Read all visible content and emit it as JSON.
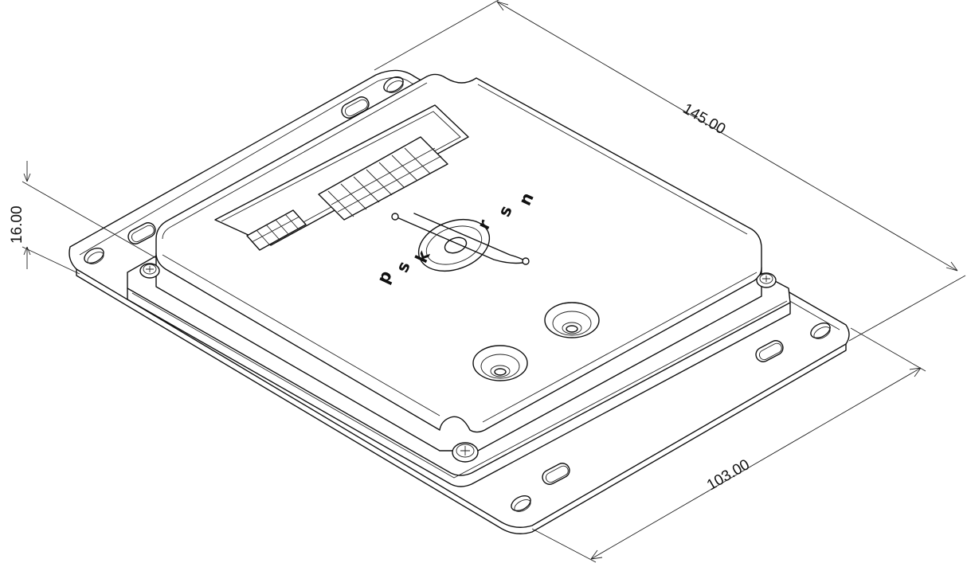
{
  "dimensions": {
    "length_label": "145.00",
    "width_label": "103.00",
    "height_label": "16.00"
  },
  "logo": {
    "letters_left": [
      "p",
      "s",
      "k"
    ],
    "letters_right": [
      "r",
      "s",
      "n"
    ]
  }
}
